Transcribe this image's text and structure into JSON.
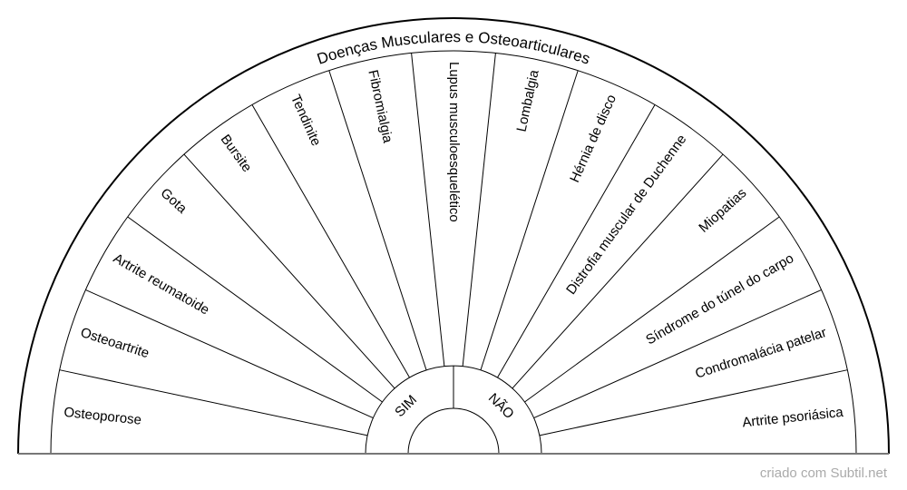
{
  "title": "Doenças Musculares e Osteoarticulares",
  "segments": [
    "Osteoporose",
    "Osteoartrite",
    "Artrite reumatoide",
    "Gota",
    "Bursite",
    "Tendinite",
    "Fibromialgia",
    "Lupus musculoesquelético",
    "Lombalgia",
    "Hérnia de disco",
    "Distrofia muscular de Duchenne",
    "Miopatias",
    "Síndrome do túnel do carpo",
    "Condromalácia patelar",
    "Artrite psoriásica"
  ],
  "hub": {
    "yes": "SIM",
    "no": "NÃO"
  },
  "footer": "criado com Subtil.net"
}
